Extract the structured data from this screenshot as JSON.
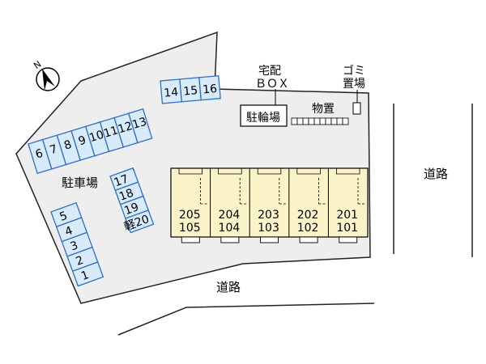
{
  "colors": {
    "lot": "#eeeeee",
    "parking_fill": "#d7ebfb",
    "parking_stroke": "#2f6fbf",
    "building": "#fbf3c8"
  },
  "labels": {
    "north": "N",
    "parking_area": "駐車場",
    "delivery_line1": "宅配",
    "delivery_line2": "ＢＯＸ",
    "bicycle": "駐輪場",
    "storage": "物置",
    "garbage_line1": "ゴミ",
    "garbage_line2": "置場",
    "road_east": "道路",
    "road_south": "道路"
  },
  "parking_spaces": {
    "row_top": [
      "6",
      "7",
      "8",
      "9",
      "10",
      "11",
      "12",
      "13",
      "14",
      "15",
      "16"
    ],
    "col_left": [
      "5",
      "4",
      "3",
      "2",
      "1"
    ],
    "col_middle": [
      "17",
      "18",
      "19",
      "軽20"
    ]
  },
  "units": [
    {
      "upper": "205",
      "lower": "105"
    },
    {
      "upper": "204",
      "lower": "104"
    },
    {
      "upper": "203",
      "lower": "103"
    },
    {
      "upper": "202",
      "lower": "102"
    },
    {
      "upper": "201",
      "lower": "101"
    }
  ]
}
